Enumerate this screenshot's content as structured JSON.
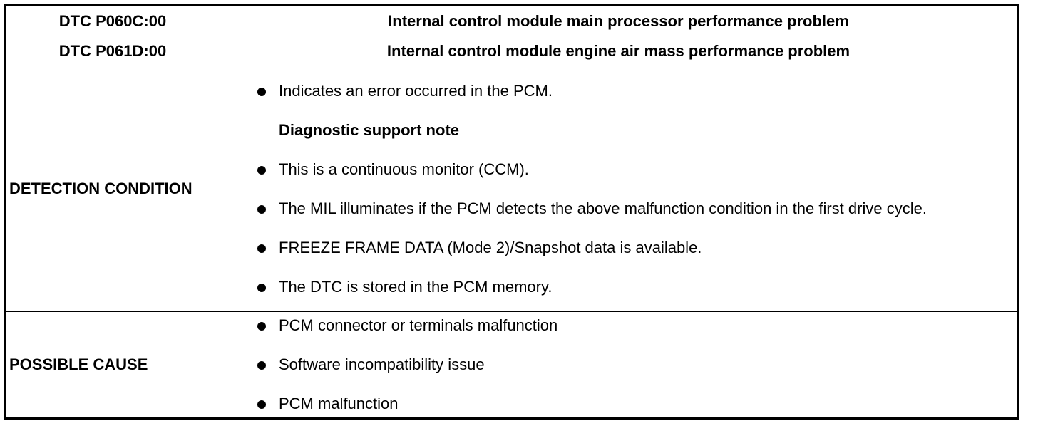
{
  "header_rows": [
    {
      "code": "DTC P060C:00",
      "description": "Internal control module main processor performance problem"
    },
    {
      "code": "DTC P061D:00",
      "description": "Internal control module engine air mass performance problem"
    }
  ],
  "detection_condition": {
    "label": "DETECTION CONDITION",
    "intro": "Indicates an error occurred in the PCM.",
    "note_title": "Diagnostic support note",
    "items": [
      "This is a continuous monitor (CCM).",
      "The MIL illuminates if the PCM detects the above malfunction condition in the first drive cycle.",
      "FREEZE FRAME DATA (Mode 2)/Snapshot data is available.",
      "The DTC is stored in the PCM memory."
    ]
  },
  "possible_cause": {
    "label": "POSSIBLE CAUSE",
    "items": [
      "PCM connector or terminals malfunction",
      "Software incompatibility issue",
      "PCM malfunction"
    ]
  }
}
